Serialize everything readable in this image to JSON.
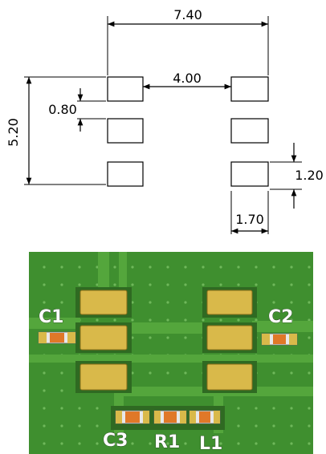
{
  "dimensions": {
    "overall_width": "7.40",
    "pad_gap": "4.00",
    "overall_height": "5.20",
    "pad_spacing": "0.80",
    "pad_height": "1.20",
    "pad_width": "1.70"
  },
  "board": {
    "components": [
      {
        "ref": "C1"
      },
      {
        "ref": "C2"
      },
      {
        "ref": "C3"
      },
      {
        "ref": "R1"
      },
      {
        "ref": "L1"
      }
    ]
  },
  "colors": {
    "board_green": "#3f8f2f",
    "trace_green": "#52a33a",
    "pad_gold": "#d9b94a",
    "component_orange": "#e07828"
  }
}
